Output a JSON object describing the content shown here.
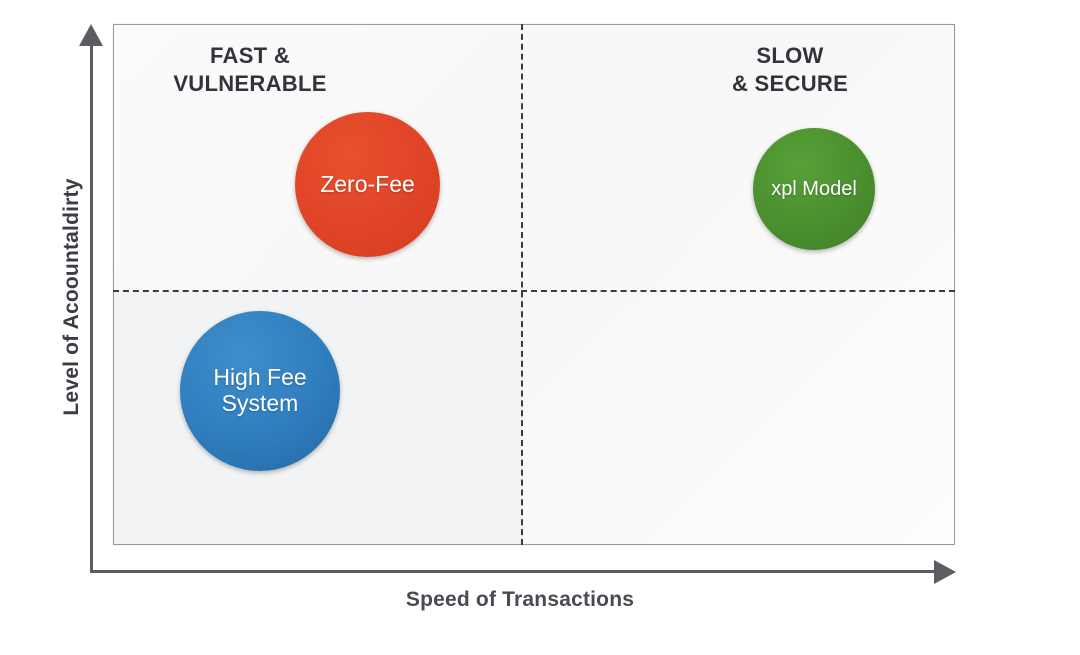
{
  "chart_data": {
    "type": "scatter",
    "title": "",
    "xlabel": "Speed of Transactions",
    "ylabel": "Level of Acoountaldirty",
    "grid": false,
    "legend": "none",
    "axis_style": "arrow-axes, no numeric ticks",
    "quadrant_divider": {
      "vertical_at_x_fraction": 0.485,
      "horizontal_at_y_fraction": 0.51,
      "style": "dashed"
    },
    "xlim": [
      0,
      1
    ],
    "ylim": [
      0,
      1
    ],
    "quadrants": [
      {
        "position": "top-left",
        "label": "FAST &\nVULNERABLE"
      },
      {
        "position": "top-right",
        "label": "SLOW\n& SECURE"
      },
      {
        "position": "bottom-left",
        "label": ""
      },
      {
        "position": "bottom-right",
        "label": ""
      }
    ],
    "points": [
      {
        "label": "Zero-Fee",
        "x": 0.3,
        "y": 0.81,
        "size": 145,
        "color": "#e04427",
        "quadrant": "top-left"
      },
      {
        "label": "xpl Model",
        "x": 0.85,
        "y": 0.8,
        "size": 122,
        "color": "#4b8f2f",
        "quadrant": "top-right"
      },
      {
        "label": "High Fee\nSystem",
        "x": 0.18,
        "y": 0.36,
        "size": 160,
        "color": "#2f7dbd",
        "quadrant": "bottom-left"
      }
    ]
  },
  "axes": {
    "y_title": "Level of Acoountaldirty",
    "x_title": "Speed of Transactions"
  },
  "quadrant_labels": {
    "top_left": "FAST &\nVULNERABLE",
    "top_right": "SLOW\n& SECURE"
  },
  "bubbles": {
    "red": {
      "label": "Zero-Fee",
      "color": "#e04427"
    },
    "green": {
      "label": "xpl Model",
      "color": "#4b8f2f"
    },
    "blue": {
      "label": "High Fee\nSystem",
      "color": "#2f7dbd"
    }
  },
  "colors": {
    "red": "#e04427",
    "green": "#4b8f2f",
    "blue": "#2f7dbd",
    "axis": "#5c5c64",
    "dash": "#3b3b44",
    "frame": "#9a9a9e",
    "text": "#33333b"
  }
}
